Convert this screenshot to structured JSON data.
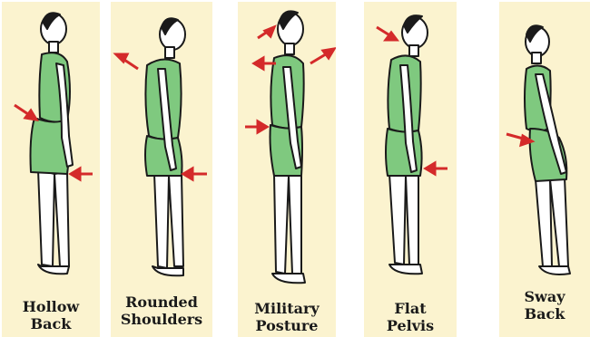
{
  "colors": {
    "background": "#fbf3cf",
    "shirt": "#7fc97f",
    "shorts": "#7fc97f",
    "skin": "#ffffff",
    "outline": "#1a1a1a",
    "arrow": "#d42a2a"
  },
  "figures": [
    {
      "label_line1": "Hollow",
      "label_line2": "Back"
    },
    {
      "label_line1": "Rounded",
      "label_line2": "Shoulders"
    },
    {
      "label_line1": "Military",
      "label_line2": "Posture"
    },
    {
      "label_line1": "Flat",
      "label_line2": "Pelvis"
    },
    {
      "label_line1": "Sway",
      "label_line2": "Back"
    }
  ],
  "icons": [
    "posture-figure-icon",
    "red-arrow-icon"
  ]
}
